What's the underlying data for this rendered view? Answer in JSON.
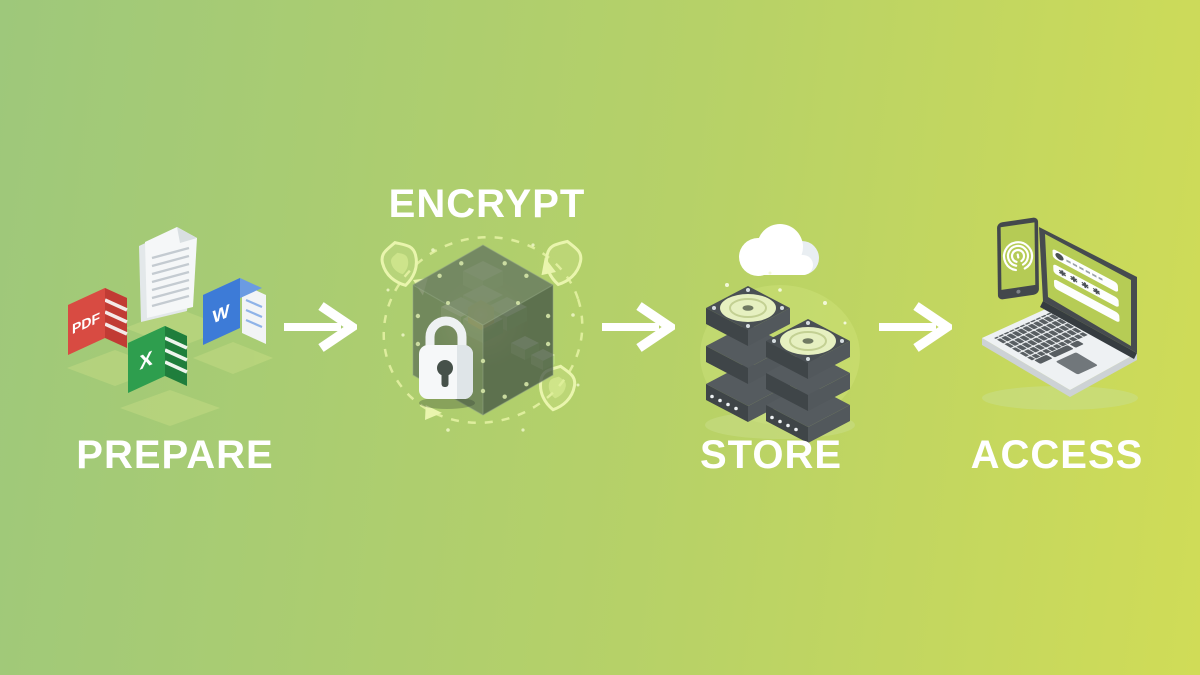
{
  "steps": [
    {
      "id": "prepare",
      "label": "PREPARE",
      "icon": "file-documents-icon",
      "files": {
        "pdf_label": "PDF",
        "excel_label": "X",
        "word_label": "W"
      }
    },
    {
      "id": "encrypt",
      "label": "ENCRYPT",
      "icon": "encrypted-cube-padlock-icon"
    },
    {
      "id": "store",
      "label": "STORE",
      "icon": "cloud-server-stack-icon"
    },
    {
      "id": "access",
      "label": "ACCESS",
      "icon": "laptop-fingerprint-login-icon",
      "login": {
        "password_mask": "✱✱✱✱"
      }
    }
  ],
  "arrows": [
    {
      "from": "PREPARE",
      "to": "ENCRYPT",
      "icon": "right-arrow-icon"
    },
    {
      "from": "ENCRYPT",
      "to": "STORE",
      "icon": "right-arrow-icon"
    },
    {
      "from": "STORE",
      "to": "ACCESS",
      "icon": "right-arrow-icon"
    }
  ],
  "colors": {
    "background_left": "#9ec87b",
    "background_right": "#d0dc57",
    "label_text": "#ffffff",
    "arrow": "#ffffff",
    "pdf_red": "#d84b42",
    "excel_green": "#2e9e4e",
    "word_blue": "#3d7bd7",
    "cube_face": "#4e5f51",
    "highlight_green": "#e9f5ad",
    "server_gray": "#4a5054",
    "disc_green": "#e6f0c0"
  }
}
